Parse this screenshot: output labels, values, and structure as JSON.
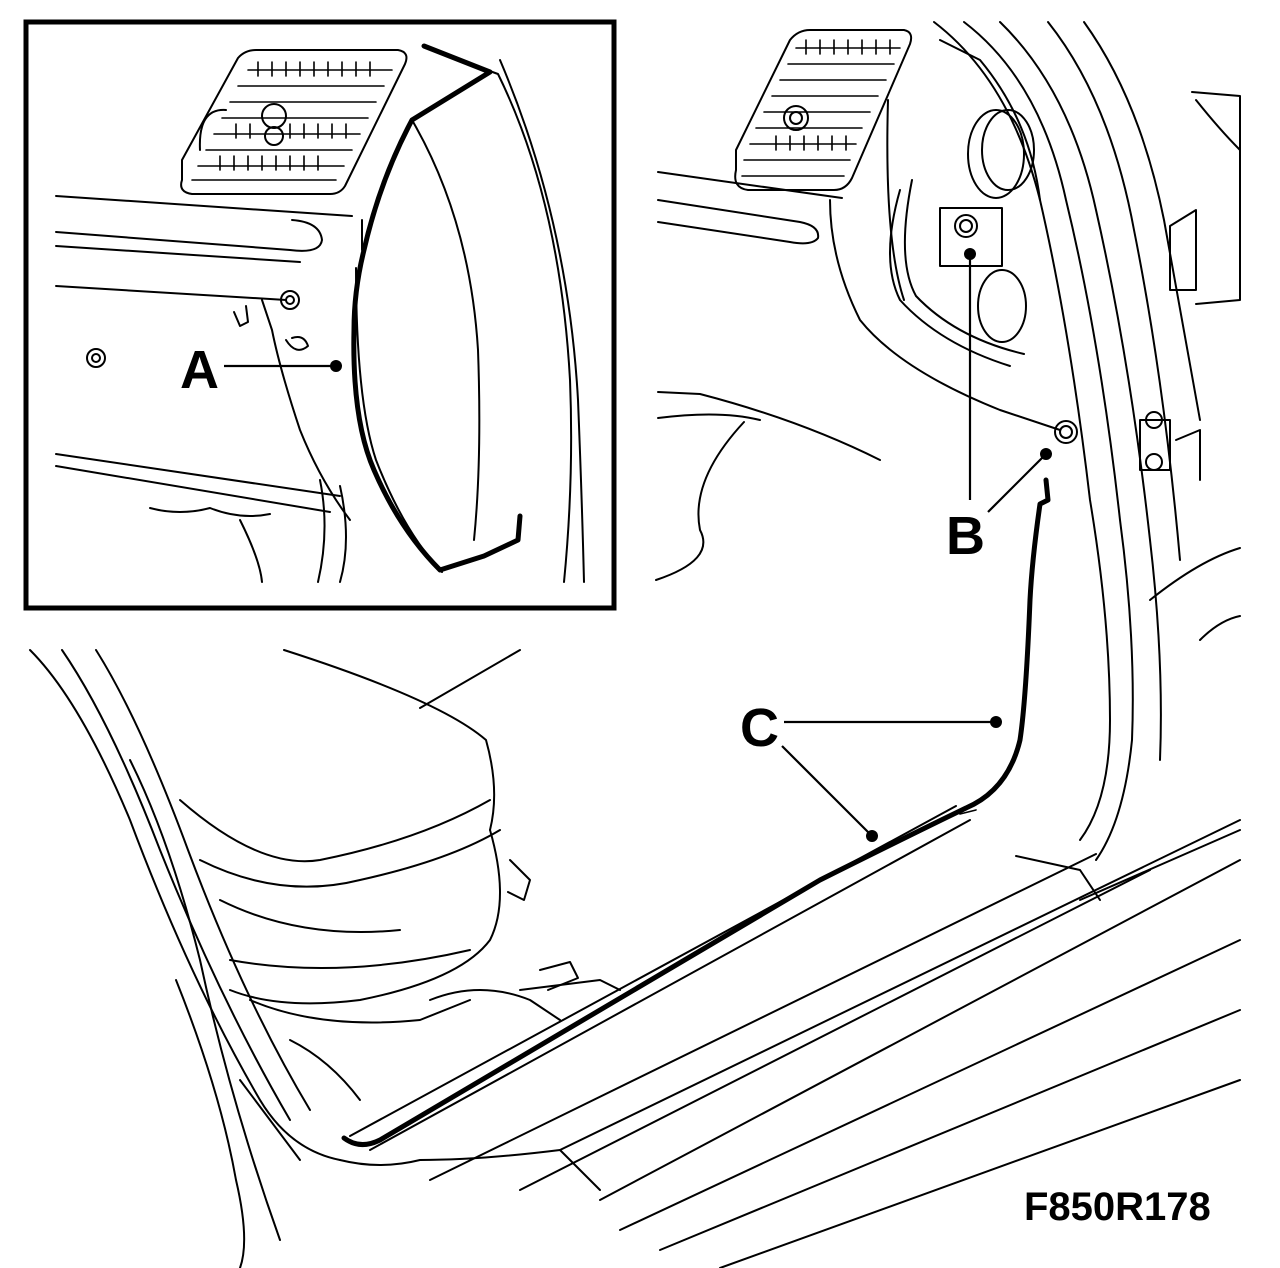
{
  "callouts": {
    "a": "A",
    "b": "B",
    "c": "C"
  },
  "figure_ref": "F850R178",
  "colors": {
    "ink": "#000000",
    "paper": "#ffffff"
  }
}
